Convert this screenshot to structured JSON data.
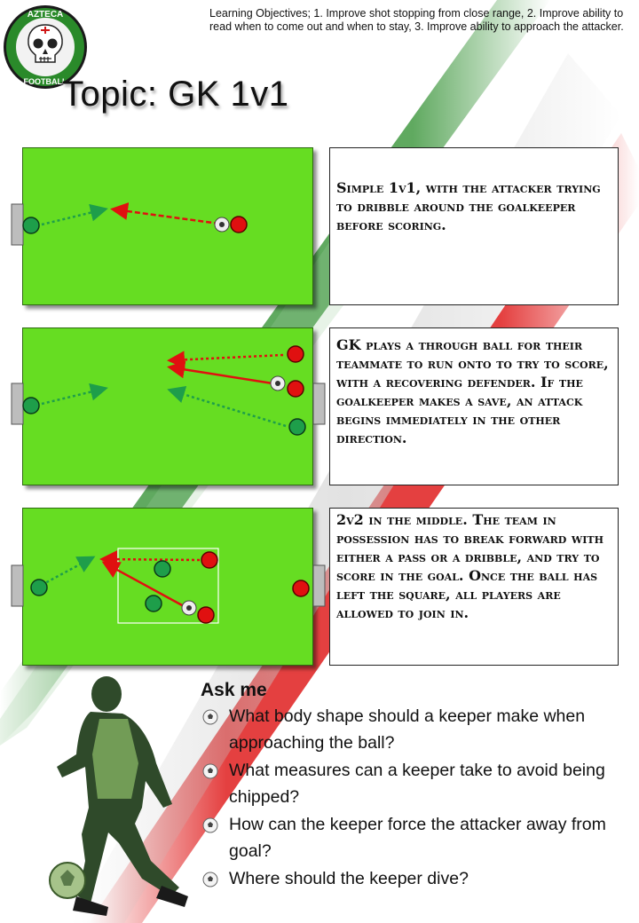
{
  "logo": {
    "top_text": "AZTECA",
    "bottom_text": "FOOTBALL"
  },
  "objectives": "Learning Objectives; 1. Improve  shot stopping from close range, 2. Improve  ability to read when to come out and when to stay, 3. Improve ability to approach the attacker.",
  "topic": "Topic: GK 1v1",
  "drills": [
    {
      "description": "Simple 1v1, with the attacker trying to dribble around the goalkeeper before scoring."
    },
    {
      "description": "GK plays a through ball for their teammate to run onto to try to score, with a recovering defender. If the goalkeeper makes a save, an attack begins immediately in the other direction."
    },
    {
      "description": "2v2 in the middle. The team in possession has to break forward with either a pass or a dribble, and try to score in the goal. Once the ball has left the square, all players are allowed to join in."
    }
  ],
  "ask": {
    "title": "Ask me",
    "questions": [
      "What body shape should a keeper make when approaching the ball?",
      "What measures can a keeper take to avoid being chipped?",
      "How can the keeper force the attacker away from goal?",
      "Where should the keeper dive?"
    ]
  },
  "colors": {
    "pitch": "#66dd22",
    "team_green": "#1e9e4a",
    "team_red": "#e01010",
    "stripe_green": "#2f8f2f",
    "stripe_red": "#e02020"
  },
  "icons": [
    "skull-logo-icon",
    "football-bullet-icon",
    "goalkeeper-player-image"
  ]
}
